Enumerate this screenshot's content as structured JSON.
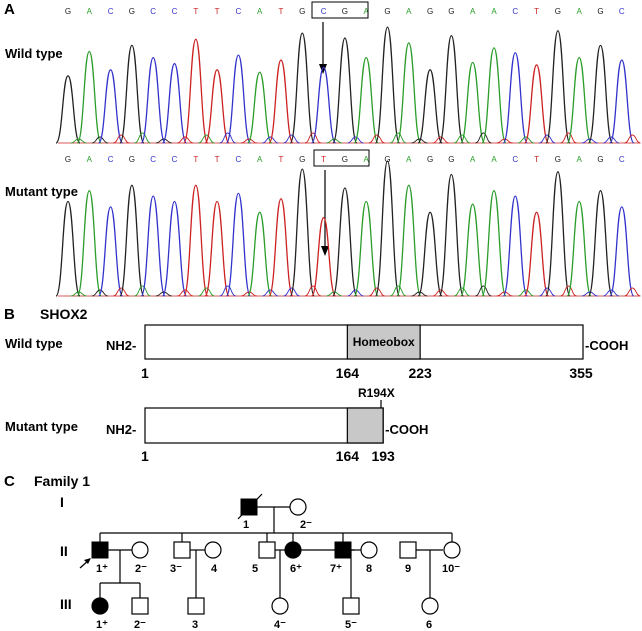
{
  "panel_a": {
    "label": "A",
    "wild_label": "Wild type",
    "mutant_label": "Mutant type",
    "wild_sequence": [
      "G",
      "A",
      "C",
      "G",
      "C",
      "C",
      "T",
      "T",
      "C",
      "A",
      "T",
      "G",
      "C",
      "G",
      "A",
      "G",
      "A",
      "G",
      "G",
      "A",
      "A",
      "C",
      "T",
      "G",
      "A",
      "G",
      "C"
    ],
    "mutant_sequence": [
      "G",
      "A",
      "C",
      "G",
      "C",
      "C",
      "T",
      "T",
      "C",
      "A",
      "T",
      "G",
      "T",
      "G",
      "A",
      "G",
      "A",
      "G",
      "G",
      "A",
      "A",
      "C",
      "T",
      "G",
      "A",
      "G",
      "C"
    ],
    "base_colors": {
      "A": "#2a9d2a",
      "C": "#3333cc",
      "G": "#222222",
      "T": "#cc2222"
    },
    "boxed_codon_start_index": 12
  },
  "panel_b": {
    "label": "B",
    "gene": "SHOX2",
    "wild": {
      "label": "Wild type",
      "n_term": "NH2-",
      "c_term": "-COOH",
      "domain": "Homeobox",
      "positions": {
        "start": "1",
        "domain_start": "164",
        "domain_end": "223",
        "end": "355"
      },
      "length": 355,
      "domain_start": 164,
      "domain_end": 223
    },
    "mutant": {
      "label": "Mutant type",
      "n_term": "NH2-",
      "c_term": "-COOH",
      "mutation": "R194X",
      "positions": {
        "start": "1",
        "domain_start": "164",
        "end": "193"
      },
      "length": 193,
      "domain_start": 164
    }
  },
  "panel_c": {
    "label": "C",
    "family": "Family 1",
    "generations": [
      "I",
      "II",
      "III"
    ],
    "individuals": {
      "I_1": "1",
      "I_2": "2⁻",
      "II_1": "1⁺",
      "II_2": "2⁻",
      "II_3": "3⁻",
      "II_4": "4",
      "II_5": "5",
      "II_6": "6⁺",
      "II_7": "7⁺",
      "II_8": "8",
      "II_9": "9",
      "II_10": "10⁻",
      "III_1": "1⁺",
      "III_2": "2⁻",
      "III_3": "3",
      "III_4": "4⁻",
      "III_5": "5⁻",
      "III_6": "6"
    }
  }
}
